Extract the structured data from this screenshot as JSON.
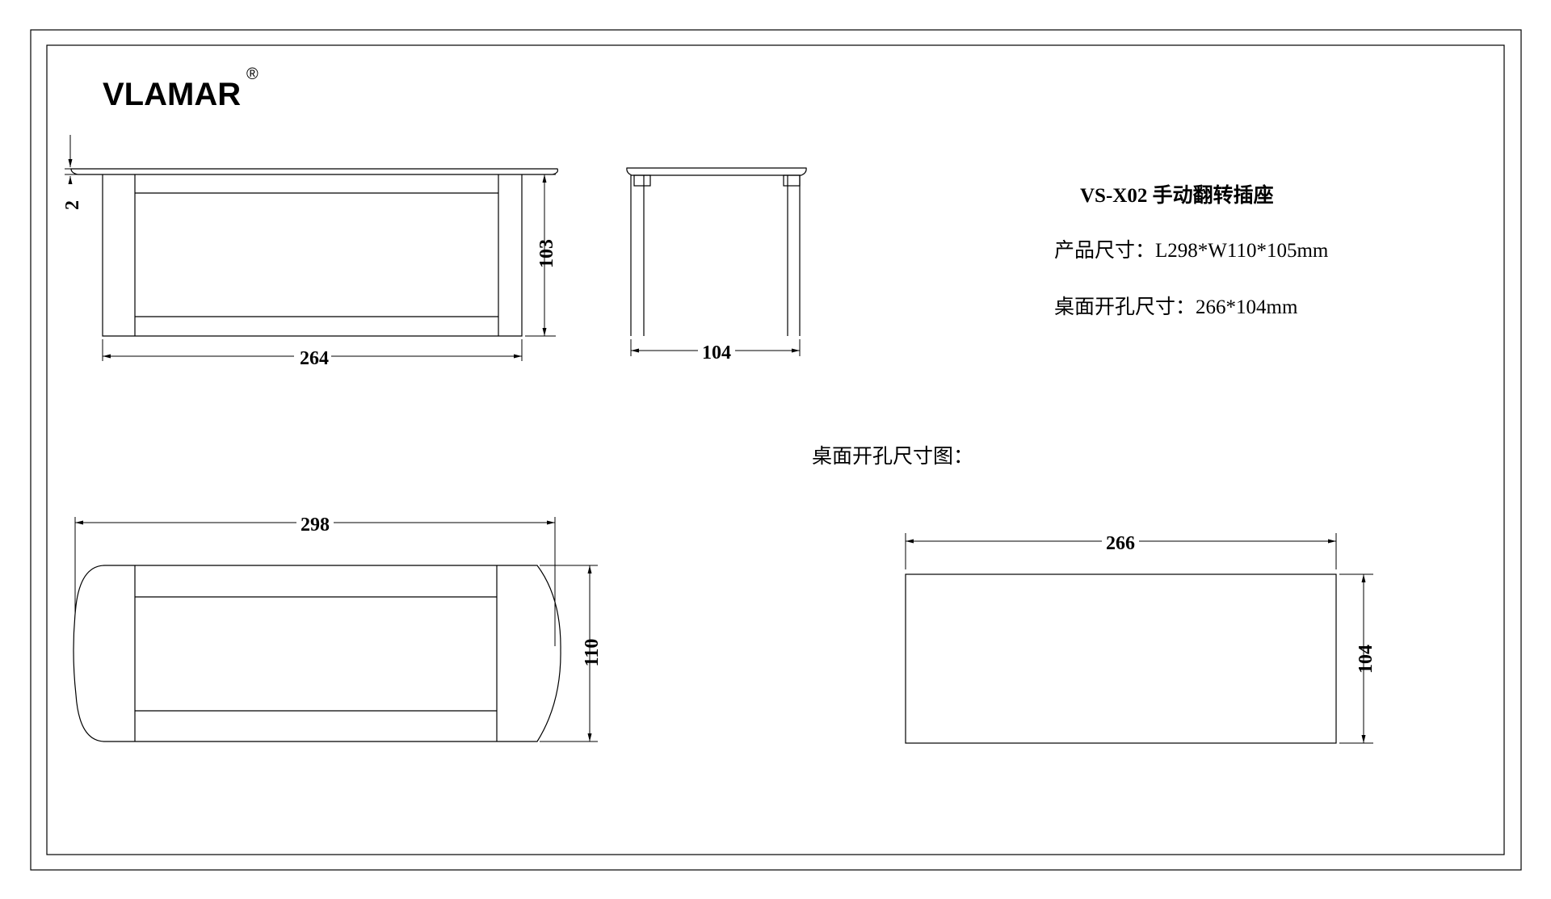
{
  "brand": {
    "name": "VLAMAR",
    "registered_mark": "®"
  },
  "product": {
    "model_title": "VS-X02 手动翻转插座",
    "size_spec": "产品尺寸：L298*W110*105mm",
    "cutout_spec": "桌面开孔尺寸：266*104mm"
  },
  "cutout_diagram_title": "桌面开孔尺寸图：",
  "dimensions": {
    "front_flange_thickness": "2",
    "front_height": "103",
    "front_width": "264",
    "side_width": "104",
    "top_length": "298",
    "top_width": "110",
    "cutout_length": "266",
    "cutout_width": "104"
  },
  "colors": {
    "line": "#000000",
    "background": "#ffffff"
  }
}
